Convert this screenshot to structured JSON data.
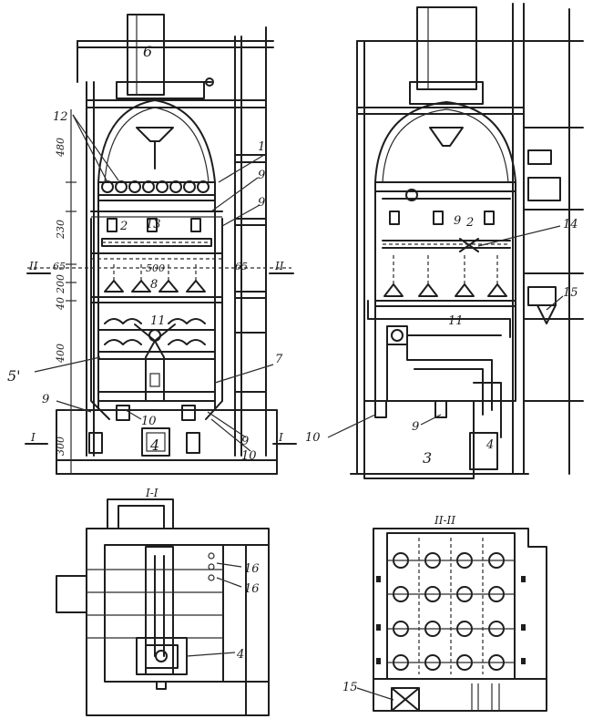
{
  "labels": {
    "n1": "1",
    "n2": "2",
    "n2b": "2",
    "n3": "3",
    "n4": "4",
    "n4b": "4",
    "n4c": "4",
    "n5": "5'",
    "n6": "6",
    "n7": "7",
    "n8": "8",
    "n9a": "9",
    "n9b": "9",
    "n9c": "9",
    "n9d": "9",
    "n9e": "9",
    "n9f": "9",
    "n10a": "10",
    "n10b": "10",
    "n10c": "10",
    "n11a": "11",
    "n11b": "11",
    "n12": "12",
    "n13": "13",
    "n14": "14",
    "n15a": "15",
    "n15b": "15",
    "n16a": "16",
    "n16b": "16"
  },
  "dimensions": {
    "d480": "480",
    "d230": "230",
    "d65": "65",
    "d200": "200",
    "d40": "40",
    "d400": "400",
    "d300": "300",
    "d500": "500",
    "d65b": "65"
  },
  "sections": {
    "left_II": "II",
    "right_II": "II",
    "left_I": "I",
    "right_I": "I",
    "plan_I": "I-I",
    "plan_II": "II-II"
  }
}
